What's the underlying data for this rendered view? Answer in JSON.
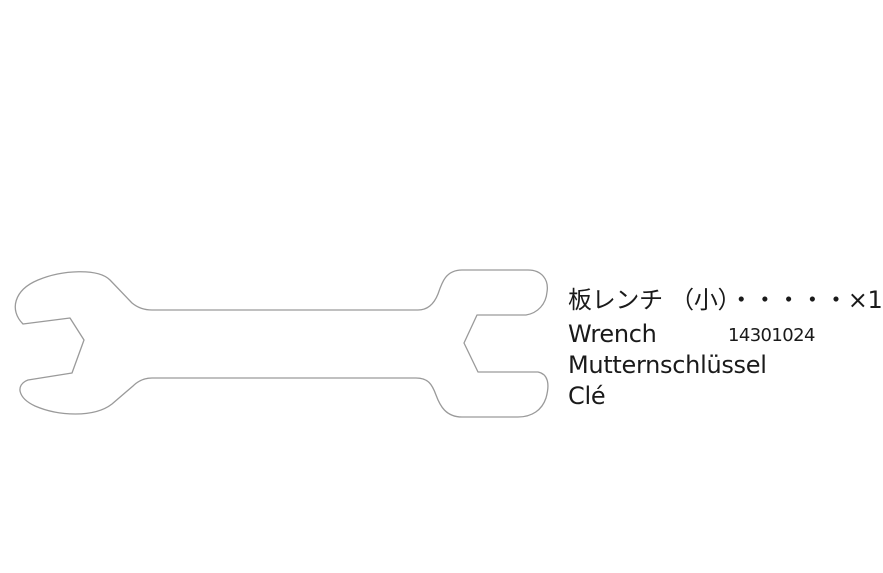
{
  "part": {
    "name_ja": "板レンチ （小）・・・・・×1",
    "name_en": "Wrench",
    "part_number": "14301024",
    "name_de": "Mutternschlüssel",
    "name_fr": "Clé"
  },
  "illustration": {
    "icon": "wrench-icon",
    "stroke_color": "#9a9a9a",
    "fill_color": "#ffffff"
  }
}
